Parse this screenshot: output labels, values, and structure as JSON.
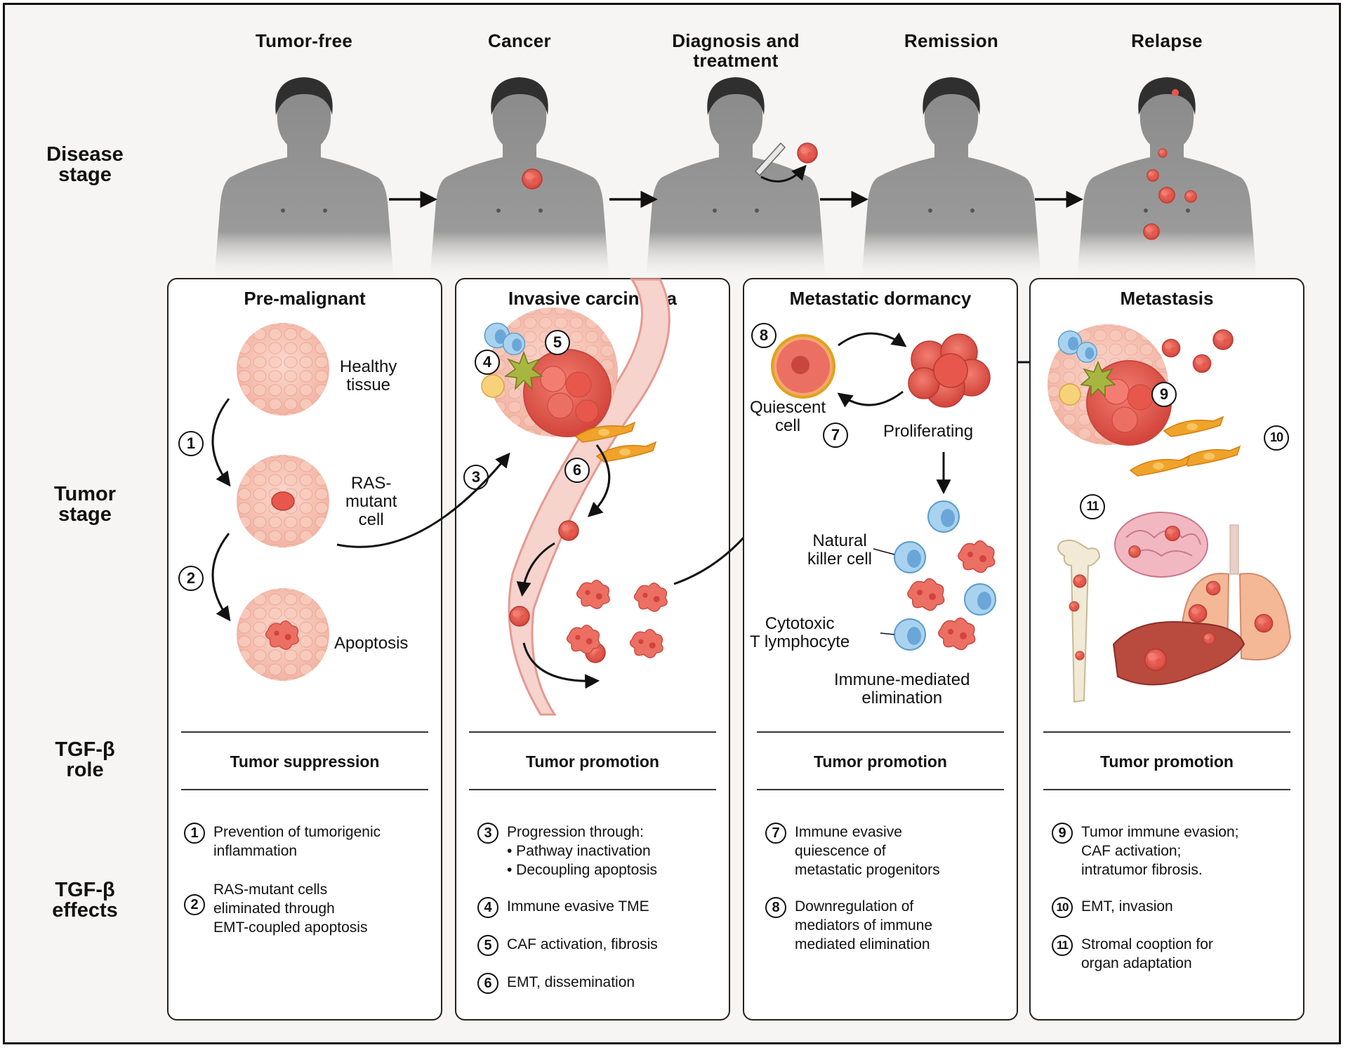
{
  "colors": {
    "tumor": "#e8574c",
    "tissue": "#f7c9bd",
    "immune": "#8ec3e8",
    "caf": "#f0a32a",
    "body": "#8a8a8a"
  },
  "stages": [
    "Tumor-free",
    "Cancer",
    "Diagnosis and\ntreatment",
    "Remission",
    "Relapse"
  ],
  "row_labels": {
    "disease": "Disease\nstage",
    "tumor": "Tumor\nstage",
    "role": "TGF-β\nrole",
    "effects": "TGF-β\neffects"
  },
  "panels": [
    {
      "title": "Pre-malignant",
      "labels": [
        "Healthy\ntissue",
        "RAS-\nmutant\ncell",
        "Apoptosis"
      ],
      "role": "Tumor suppression",
      "effects": [
        {
          "n": "1",
          "text": "Prevention of tumorigenic\ninflammation"
        },
        {
          "n": "2",
          "text": "RAS-mutant cells\neliminated through\nEMT-coupled apoptosis"
        }
      ]
    },
    {
      "title": "Invasive carcinoma",
      "labels": [],
      "role": "Tumor promotion",
      "effects": [
        {
          "n": "3",
          "text": "Progression through:\n• Pathway inactivation\n• Decoupling apoptosis"
        },
        {
          "n": "4",
          "text": "Immune evasive TME"
        },
        {
          "n": "5",
          "text": "CAF activation, fibrosis"
        },
        {
          "n": "6",
          "text": "EMT, dissemination"
        }
      ]
    },
    {
      "title": "Metastatic dormancy",
      "labels": [
        "Quiescent\ncell",
        "Proliferating",
        "Natural\nkiller cell",
        "Cytotoxic\nT lymphocyte",
        "Immune-mediated\nelimination"
      ],
      "role": "Tumor promotion",
      "effects": [
        {
          "n": "7",
          "text": "Immune evasive\nquiescence of\nmetastatic progenitors"
        },
        {
          "n": "8",
          "text": "Downregulation of\nmediators of immune\nmediated elimination"
        }
      ]
    },
    {
      "title": "Metastasis",
      "labels": [],
      "role": "Tumor promotion",
      "effects": [
        {
          "n": "9",
          "text": "Tumor immune evasion;\nCAF activation;\nintratumor fibrosis."
        },
        {
          "n": "10",
          "text": "EMT, invasion"
        },
        {
          "n": "11",
          "text": "Stromal cooption for\norgan adaptation"
        }
      ]
    }
  ],
  "callouts": [
    "1",
    "2",
    "3",
    "4",
    "5",
    "6",
    "7",
    "8",
    "9",
    "10",
    "11"
  ]
}
